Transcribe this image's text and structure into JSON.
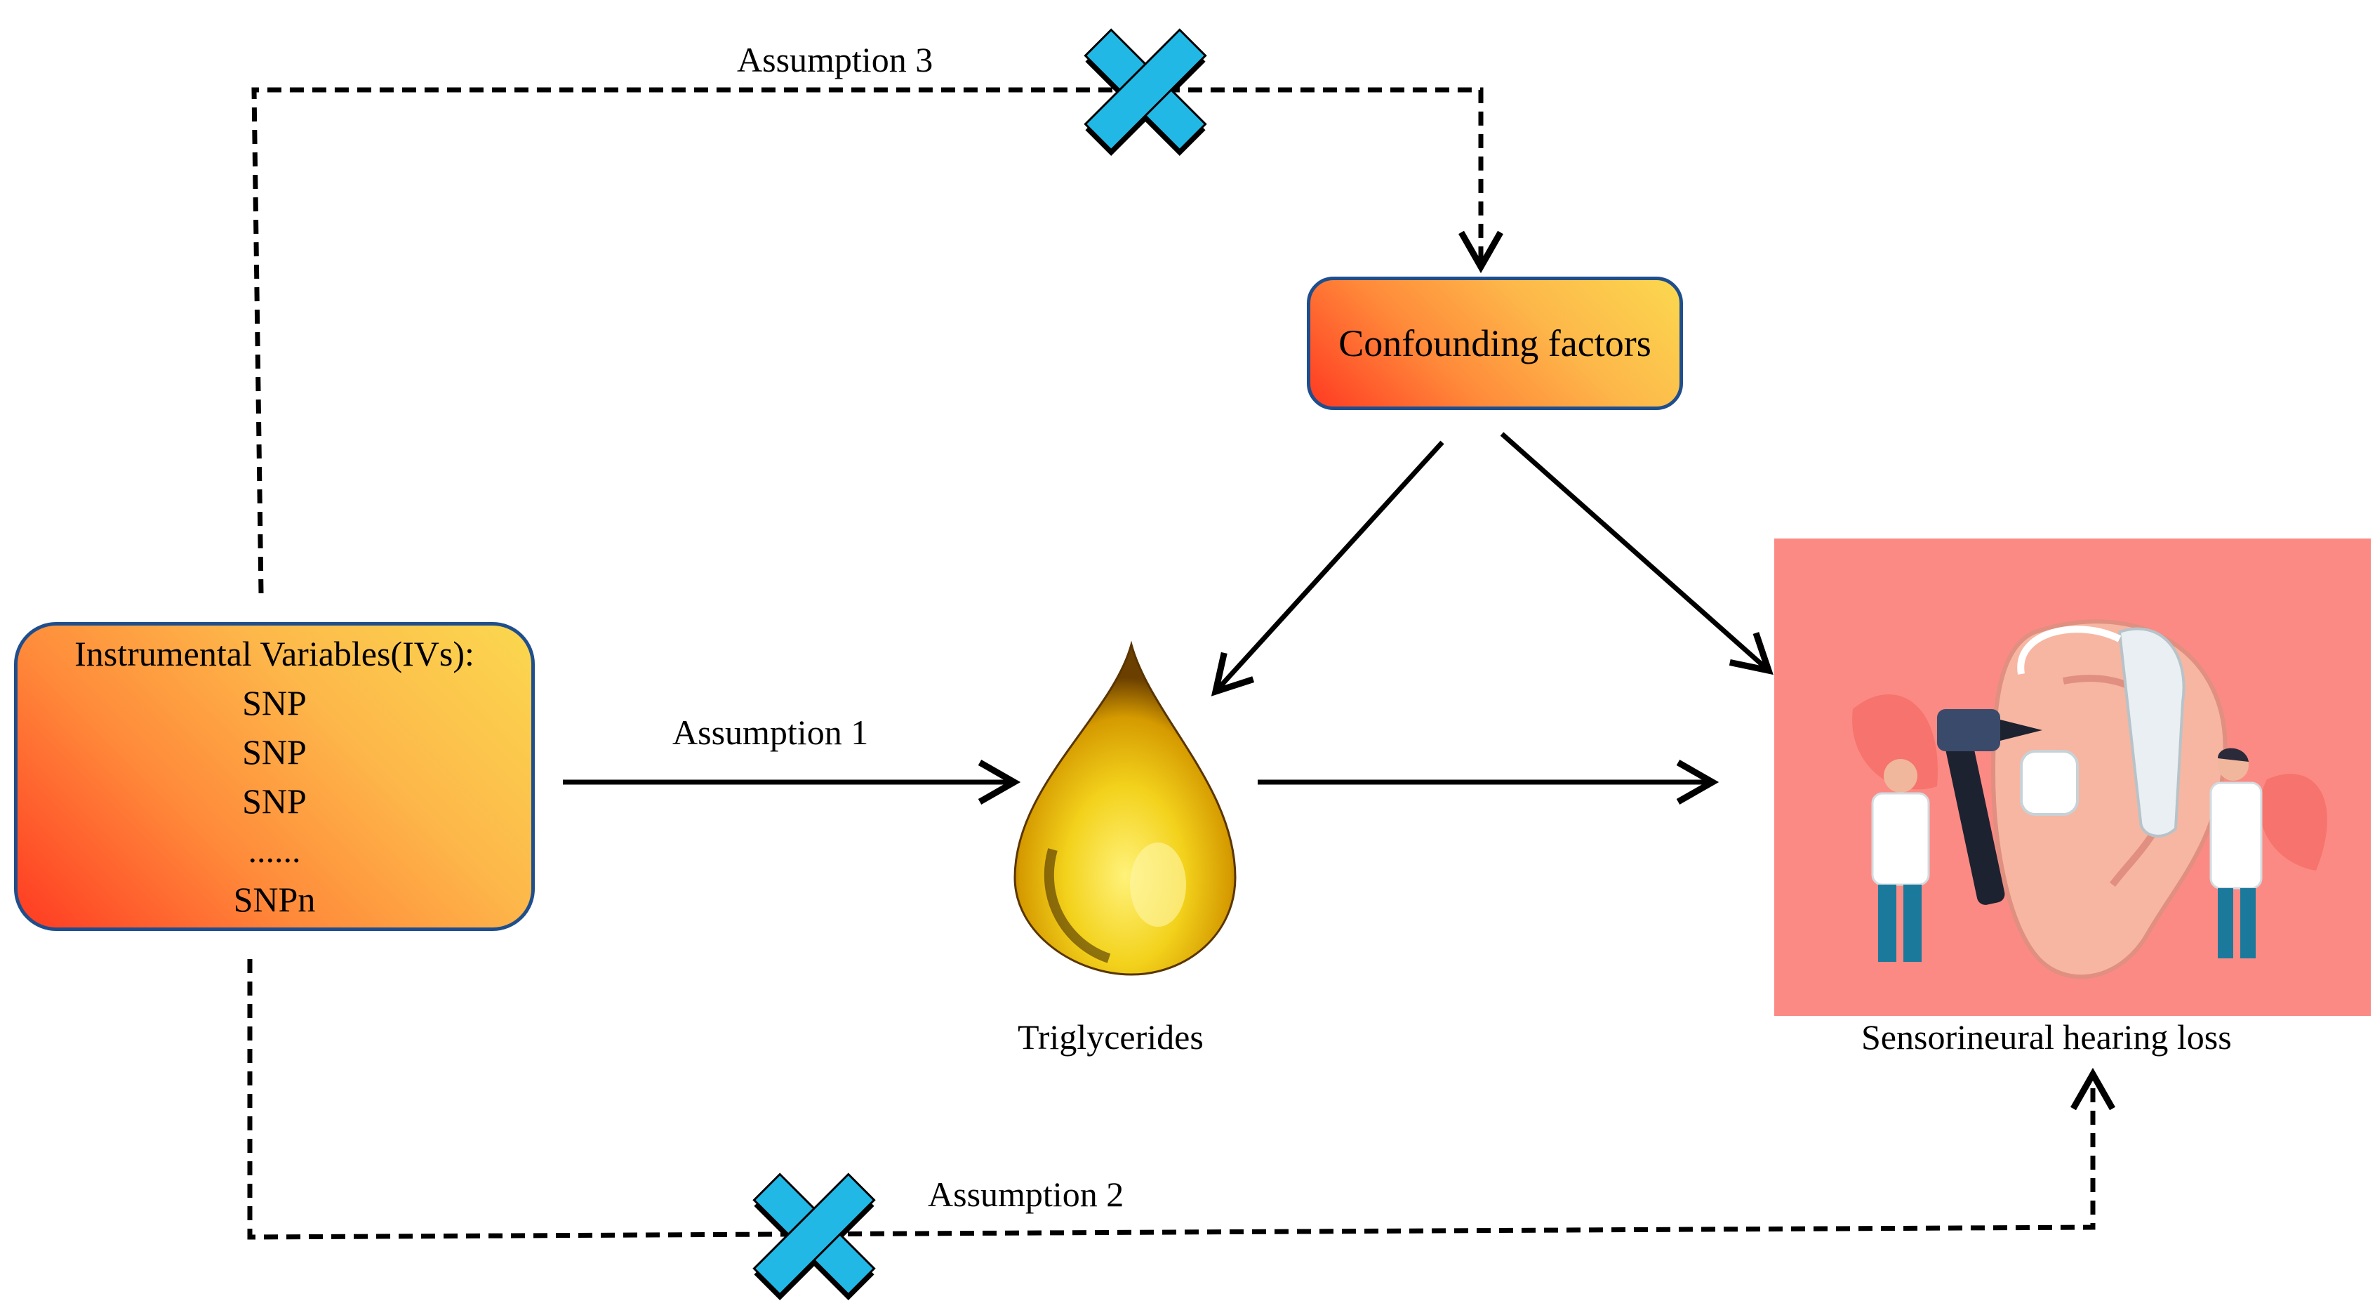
{
  "ivs": {
    "title": "Instrumental Variables(IVs):",
    "snps": [
      "SNP",
      "SNP",
      "SNP",
      "......",
      "SNPn"
    ]
  },
  "confounders": {
    "label": "Confounding factors"
  },
  "exposure": {
    "label": "Triglycerides"
  },
  "outcome": {
    "label": "Sensorineural hearing loss"
  },
  "assumptions": {
    "a1": "Assumption 1",
    "a2": "Assumption 2",
    "a3": "Assumption 3"
  },
  "colors": {
    "box_border": "#1f4e8c",
    "box_gradient_start": "#ff3a22",
    "box_gradient_end": "#fbd84f",
    "cross": "#22b8e6",
    "panel_bg": "#fb8a84",
    "drop": "#e8b600"
  }
}
